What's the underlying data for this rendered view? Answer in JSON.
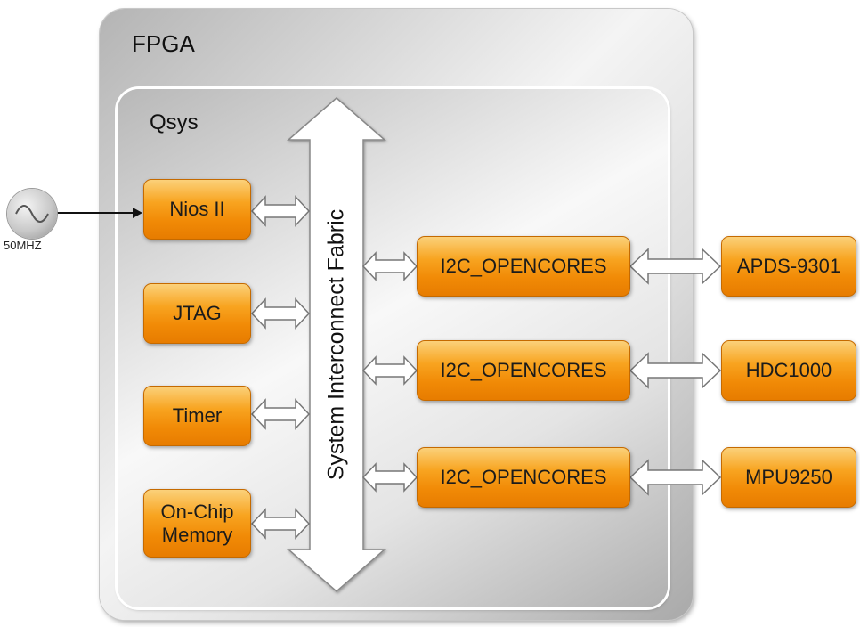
{
  "diagram": {
    "fpga_label": "FPGA",
    "qsys_label": "Qsys",
    "bus_label": "System Interconnect Fabric",
    "clock_label": "50MHZ",
    "left_blocks": {
      "nios": "Nios II",
      "jtag": "JTAG",
      "timer": "Timer",
      "memory_line1": "On-Chip",
      "memory_line2": "Memory"
    },
    "i2c_cores": [
      "I2C_OPENCORES",
      "I2C_OPENCORES",
      "I2C_OPENCORES"
    ],
    "sensors": [
      "APDS-9301",
      "HDC1000",
      "MPU9250"
    ]
  }
}
